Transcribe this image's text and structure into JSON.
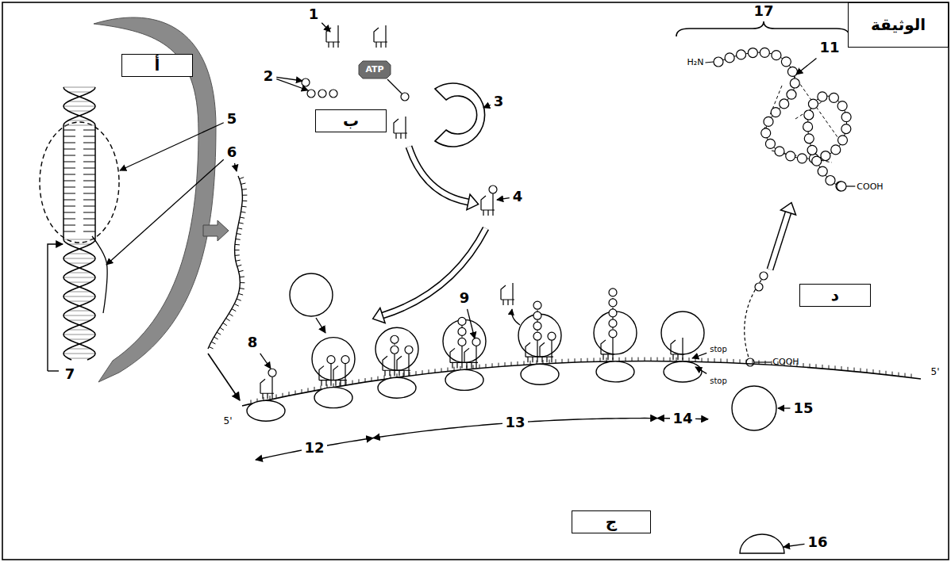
{
  "diagram": {
    "nodes": [
      {
        "text": [
          "الوثيقة"
        ]
      },
      {
        "text": [
          "أ"
        ]
      },
      {
        "text": [
          "ب"
        ]
      },
      {
        "text": [
          "ATP"
        ]
      },
      {
        "text": [
          "ج"
        ]
      },
      {
        "text": [
          "د"
        ]
      }
    ],
    "labels": [
      "1",
      "2",
      "3",
      "4",
      "5",
      "6",
      "7",
      "8",
      "9",
      "11",
      "12",
      "13",
      "14",
      "15",
      "16",
      "17",
      "H₂N",
      "COOH",
      "COOH",
      "stop",
      "stop",
      "5'",
      "5'"
    ]
  }
}
